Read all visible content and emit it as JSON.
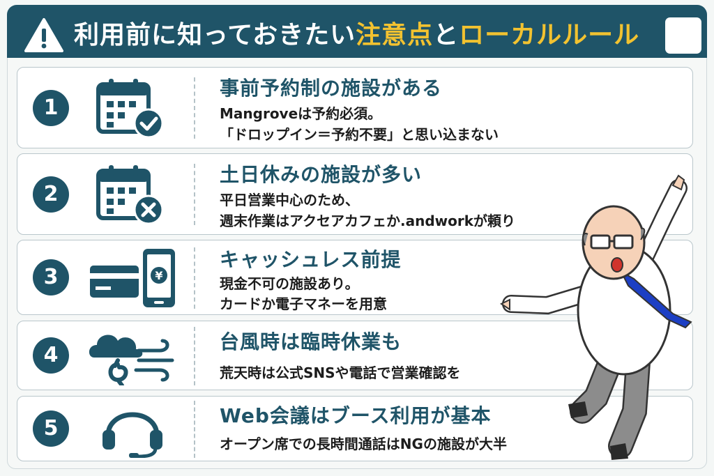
{
  "header": {
    "title_main": "利用前に知っておきたい",
    "title_highlight_1": "注意点",
    "title_connector": "と",
    "title_highlight_2": "ローカルルール",
    "warning_icon": "warning-triangle-icon"
  },
  "colors": {
    "primary": "#1f5468",
    "highlight": "#f2c230",
    "tie": "#1c3fc4"
  },
  "items": [
    {
      "number": "1",
      "icon": "calendar-check-icon",
      "title": "事前予約制の施設がある",
      "lines": [
        "Mangroveは予約必須。",
        "「ドロップイン＝予約不要」と思い込まない"
      ]
    },
    {
      "number": "2",
      "icon": "calendar-cross-icon",
      "title": "土日休みの施設が多い",
      "lines": [
        "平日営業中心のため、",
        "週末作業はアクセアカフェか.andworkが頼り"
      ]
    },
    {
      "number": "3",
      "icon": "card-and-phone-payment-icon",
      "title": "キャッシュレス前提",
      "lines": [
        "現金不可の施設あり。",
        "カードか電子マネーを用意"
      ]
    },
    {
      "number": "4",
      "icon": "typhoon-wind-icon",
      "title": "台風時は臨時休業も",
      "lines": [
        "荒天時は公式SNSや電話で営業確認を"
      ]
    },
    {
      "number": "5",
      "icon": "headset-icon",
      "title": "Web会議はブース利用が基本",
      "lines": [
        "オープン席での長時間通話はNGの施設が大半"
      ]
    }
  ],
  "character": {
    "icon": "jumping-businessman-illustration"
  },
  "ground_symbol": "¥"
}
